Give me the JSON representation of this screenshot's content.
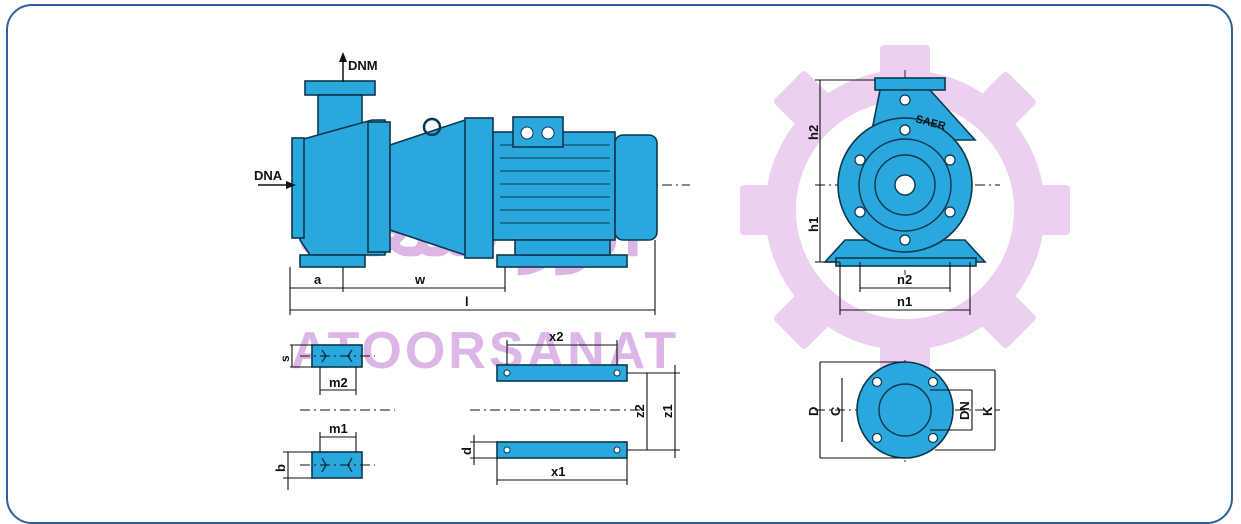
{
  "watermark": {
    "latin": "ATOORSANAT",
    "persian": "آتور صنعت",
    "color": "#dcb6e6"
  },
  "colors": {
    "pump_body": "#2aa7dd",
    "outline": "#0a3850",
    "frame_border": "#2f5f9f"
  },
  "side_view": {
    "labels": {
      "dnm": "DNM",
      "dna": "DNA",
      "a": "a",
      "w": "w",
      "l": "l"
    }
  },
  "front_view": {
    "brand": "SAER",
    "labels": {
      "h1": "h1",
      "h2": "h2",
      "n1": "n1",
      "n2": "n2"
    }
  },
  "flange_view": {
    "labels": {
      "D": "D",
      "C": "C",
      "DN": "DN",
      "K": "K"
    }
  },
  "feet_details": {
    "labels": {
      "s": "s",
      "m2": "m2",
      "m1": "m1",
      "b": "b",
      "x2": "x2",
      "x1": "x1",
      "z1": "z1",
      "z2": "z2",
      "d": "d"
    }
  }
}
